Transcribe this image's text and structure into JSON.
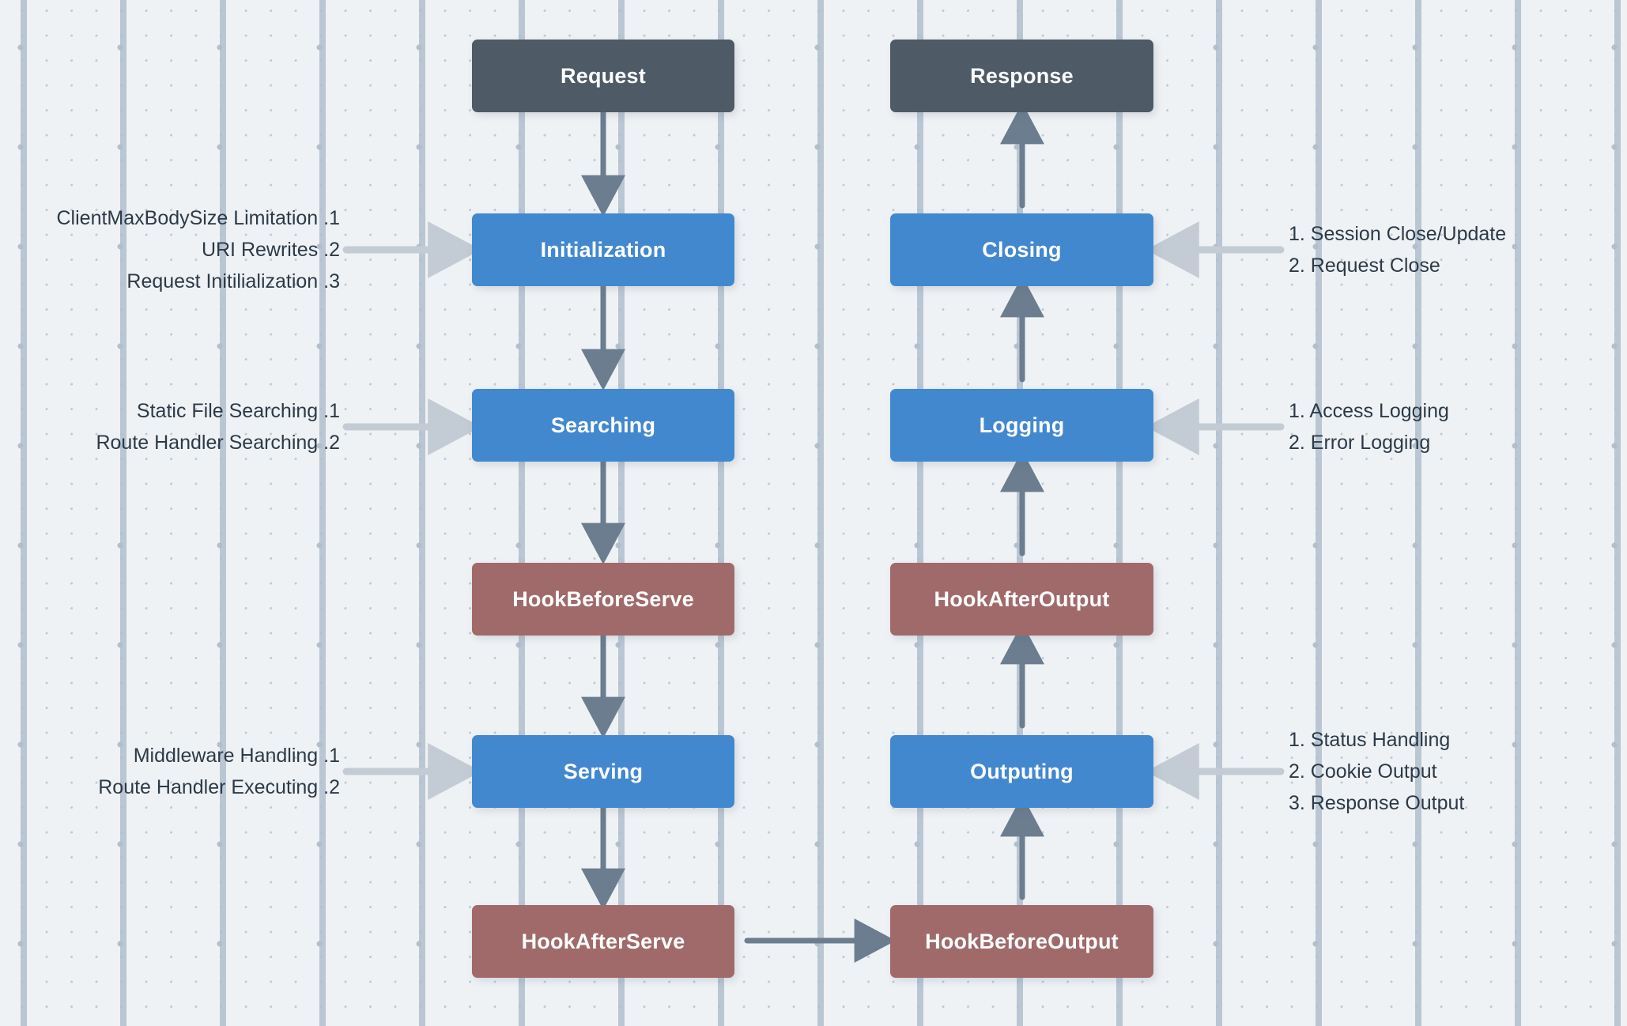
{
  "diagram": {
    "title": "HTTP Request/Response Lifecycle Pipeline",
    "background_color": "#eff2f5",
    "colors": {
      "terminal": "#4e5a65",
      "phase": "#4288cf",
      "hook": "#a06a6a",
      "flow_arrow": "#6b7d8e",
      "note_arrow": "#c3ccd4",
      "text_dark": "#2c3a47",
      "text_light": "#ffffff"
    },
    "nodes": {
      "request": "Request",
      "initialization": "Initialization",
      "searching": "Searching",
      "hook_before_serve": "HookBeforeServe",
      "serving": "Serving",
      "hook_after_serve": "HookAfterServe",
      "hook_before_output": "HookBeforeOutput",
      "outputing": "Outputing",
      "hook_after_output": "HookAfterOutput",
      "logging": "Logging",
      "closing": "Closing",
      "response": "Response"
    },
    "left_notes": {
      "initialization": [
        "ClientMaxBodySize Limitation .1",
        "URI Rewrites .2",
        "Request Initilialization .3"
      ],
      "searching": [
        "Static File Searching .1",
        "Route Handler Searching .2"
      ],
      "serving": [
        "Middleware Handling .1",
        "Route Handler Executing .2"
      ]
    },
    "right_notes": {
      "closing": [
        "1. Session Close/Update",
        "2. Request Close"
      ],
      "logging": [
        "1. Access Logging",
        "2. Error Logging"
      ],
      "outputing": [
        "1. Status Handling",
        "2. Cookie Output",
        "3. Response Output"
      ]
    }
  }
}
